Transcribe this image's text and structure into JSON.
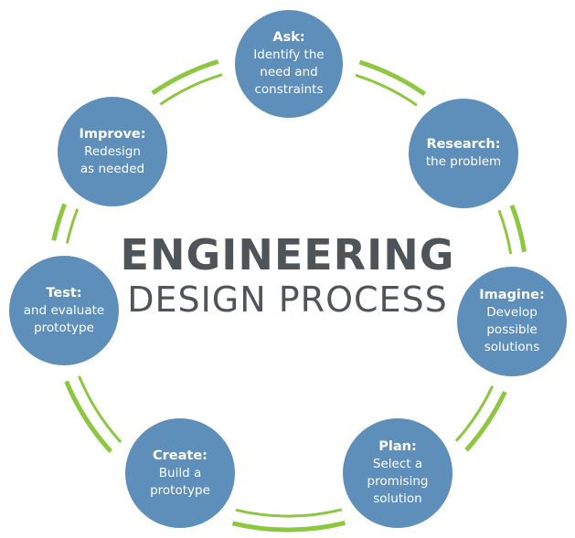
{
  "title": {
    "line1": "ENGINEERING",
    "line2": "DESIGN PROCESS"
  },
  "colors": {
    "node": "#5e8fba",
    "arc": "#8dc63f",
    "title": "#4f5459"
  },
  "steps": [
    {
      "title": "Ask:",
      "desc": "Identify the need and constraints"
    },
    {
      "title": "Research:",
      "desc": "the problem"
    },
    {
      "title": "Imagine:",
      "desc": "Develop possible solutions"
    },
    {
      "title": "Plan:",
      "desc": "Select a promising solution"
    },
    {
      "title": "Create:",
      "desc": "Build a prototype"
    },
    {
      "title": "Test:",
      "desc": "and evaluate prototype"
    },
    {
      "title": "Improve:",
      "desc": "Redesign as needed"
    }
  ]
}
